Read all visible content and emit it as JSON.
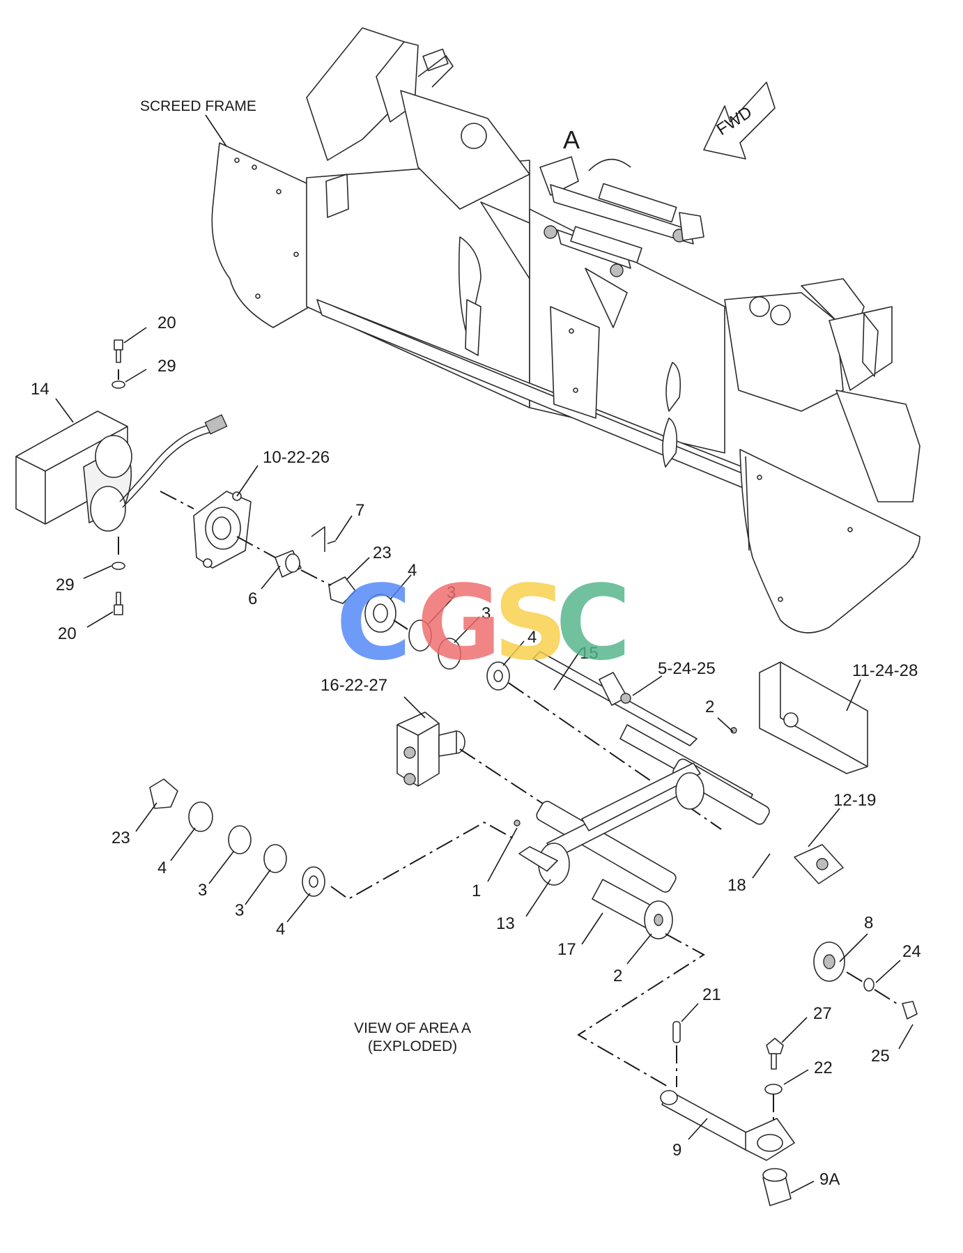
{
  "labels": {
    "screed_frame": "SCREED FRAME",
    "fwd": "FWD",
    "area_a": "A",
    "view_line1": "VIEW OF AREA A",
    "view_line2": "(EXPLODED)"
  },
  "callouts": {
    "c20_top": "20",
    "c29_top": "29",
    "c14": "14",
    "c29_bot": "29",
    "c20_bot": "20",
    "c10_22_26": "10-22-26",
    "c7": "7",
    "c6": "6",
    "c23_upper": "23",
    "c4_upper_a": "4",
    "c3_upper_a": "3",
    "c3_upper_b": "3",
    "c4_upper_b": "4",
    "c15": "15",
    "c5_24_25": "5-24-25",
    "c11_24_28": "11-24-28",
    "c16_22_27": "16-22-27",
    "c2_upper": "2",
    "c12_19": "12-19",
    "c23_lower": "23",
    "c4_lower_a": "4",
    "c3_lower_a": "3",
    "c3_lower_b": "3",
    "c4_lower_b": "4",
    "c1": "1",
    "c13": "13",
    "c18": "18",
    "c17": "17",
    "c2_lower": "2",
    "c8": "8",
    "c24": "24",
    "c21": "21",
    "c27": "27",
    "c25": "25",
    "c22": "22",
    "c9": "9",
    "c9a": "9A"
  },
  "watermark": {
    "letters": [
      "C",
      "G",
      "S",
      "C"
    ],
    "colors": [
      "#4f86f7",
      "#ef6b6b",
      "#f8cf48",
      "#53b48a"
    ]
  },
  "icons": [
    "fwd-arrow-icon"
  ]
}
